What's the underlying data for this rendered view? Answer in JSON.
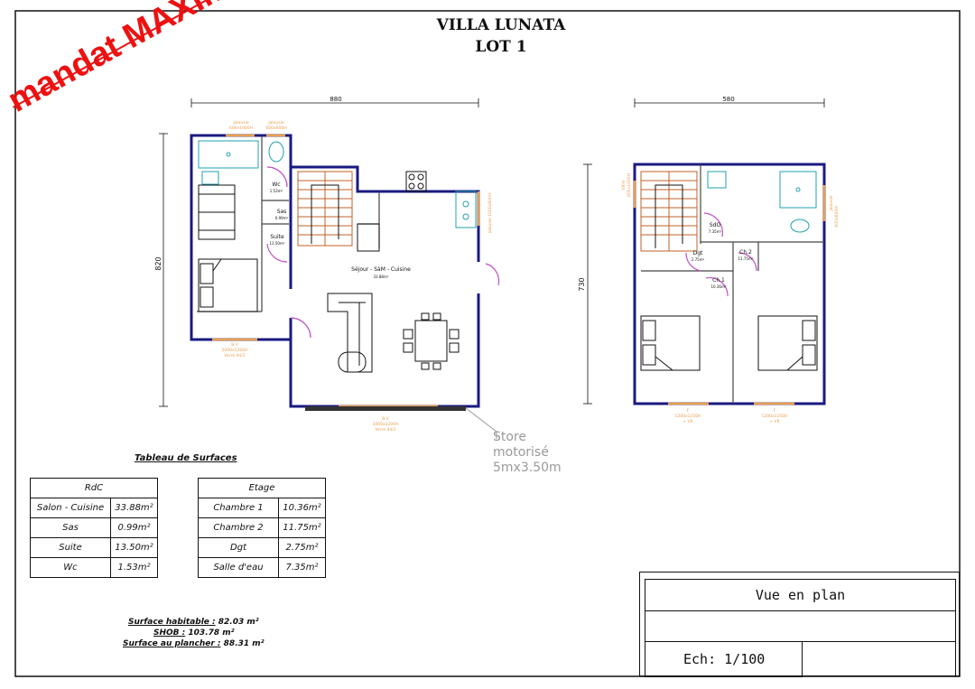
{
  "title": {
    "line1": "VILLA LUNATA",
    "line2": "LOT 1"
  },
  "stamp": "mandat MAXImum",
  "ground_floor": {
    "width_dim": "880",
    "height_dim": "820",
    "rooms": {
      "living": "Séjour - SàM - Cuisine",
      "living_area": "33.88m²",
      "wc": "Wc",
      "wc_area": "1.53m²",
      "sas": "Sas",
      "sas_area": "0.99m²",
      "suite": "Suite",
      "suite_area": "13.50m²"
    },
    "windows": {
      "top1_name": "Jalousie",
      "top1_size": "600x1000H",
      "top2_name": "Jalousie",
      "top2_size": "600x600H",
      "suite_bay": "B.V",
      "suite_bay_size": "2000x2200H",
      "suite_bay_glass": "Verre 44/2",
      "main_bay": "B.V",
      "main_bay_size": "3000x2200H",
      "main_bay_glass": "Verre 44/2",
      "kitchen_window": "Jalousie 1000x600H"
    }
  },
  "upper_floor": {
    "width_dim": "580",
    "height_dim": "730",
    "rooms": {
      "sdo": "SdO",
      "sdo_area": "7.35m²",
      "dgt": "Dgt",
      "dgt_area": "2.75m²",
      "ch2": "Ch.2",
      "ch2_area": "11.75m²",
      "ch1": "Ch.1",
      "ch1_area": "10.36m²"
    },
    "windows": {
      "left_vitre": "Vitre",
      "left_vitre_size": "600x1000H",
      "right_jalousie": "Jalousie",
      "right_jalousie_size": "600x600H",
      "bottom1": "F",
      "bottom1_size": "1200x1250H",
      "bottom1_vr": "+ VR",
      "bottom2": "F",
      "bottom2_size": "1200x1250H",
      "bottom2_vr": "+ VR"
    }
  },
  "store_note": {
    "line1": "Store",
    "line2": "motorisé",
    "line3": "5mx3.50m"
  },
  "surface_table_title": "Tableau de Surfaces",
  "rdc_table": {
    "header": "RdC",
    "rows": [
      {
        "label": "Salon - Cuisine",
        "value": "33.88m²"
      },
      {
        "label": "Sas",
        "value": "0.99m²"
      },
      {
        "label": "Suite",
        "value": "13.50m²"
      },
      {
        "label": "Wc",
        "value": "1.53m²"
      }
    ]
  },
  "etage_table": {
    "header": "Etage",
    "rows": [
      {
        "label": "Chambre 1",
        "value": "10.36m²"
      },
      {
        "label": "Chambre 2",
        "value": "11.75m²"
      },
      {
        "label": "Dgt",
        "value": "2.75m²"
      },
      {
        "label": "Salle d'eau",
        "value": "7.35m²"
      }
    ]
  },
  "summary": {
    "habitable_label": "Surface habitable :",
    "habitable_value": "82.03 m²",
    "shob_label": "SHOB :",
    "shob_value": "103.78 m²",
    "plancher_label": "Surface au plancher :",
    "plancher_value": "88.31 m²"
  },
  "cartouche": {
    "view": "Vue en plan",
    "scale": "Ech: 1/100"
  },
  "colors": {
    "wall": "#1a1a80",
    "window": "#e8a050",
    "stair": "#c0602a",
    "door": "#c050c0",
    "fixture": "#20a0b0",
    "stamp": "#ee1111"
  }
}
